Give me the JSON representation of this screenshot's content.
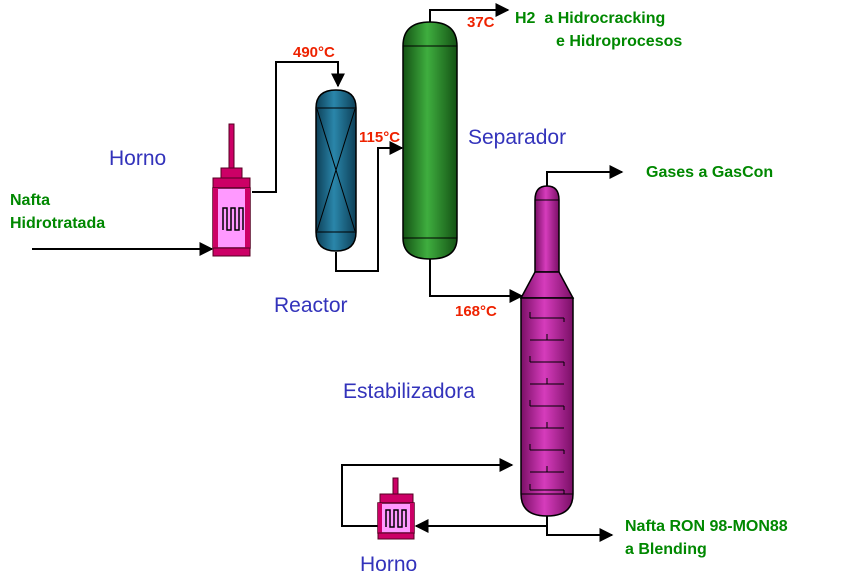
{
  "colors": {
    "label_blue": "#3333bb",
    "label_green": "#008800",
    "temp_red": "#ee2200",
    "line": "#000000",
    "furnace": "#cc0066",
    "furnace_body": "#ff99ff",
    "reactor": "#1a6688",
    "separator": "#2a8a2a",
    "stabilizer": "#bb2299"
  },
  "labels": {
    "horno_top": "Horno",
    "horno_bottom": "Horno",
    "reactor": "Reactor",
    "separador": "Separador",
    "estabilizadora": "Estabilizadora"
  },
  "streams": {
    "feed_line1": "Nafta",
    "feed_line2": "Hidrotratada",
    "h2_line1": "H2  a Hidrocracking",
    "h2_line2": "e Hidroprocesos",
    "gases": "Gases a GasCon",
    "product_line1": "Nafta RON 98-MON88",
    "product_line2": "a Blending"
  },
  "temperatures": {
    "reactor_inlet": "490°C",
    "separator_inlet": "115°C",
    "separator_top": "37C",
    "stabilizer_feed": "168°C"
  }
}
